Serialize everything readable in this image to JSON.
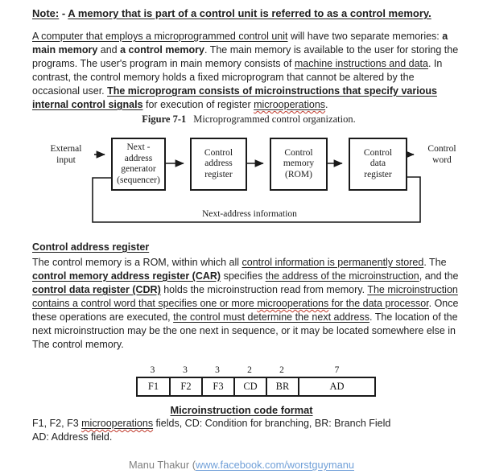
{
  "colors": {
    "text": "#1f1f1f",
    "author_gray": "#7f7f7f",
    "link_blue": "#6f9fd8",
    "squiggle_red": "#c0392b",
    "diagram_ink": "#1a1a1a"
  },
  "note": {
    "segments": [
      {
        "t": "Note:",
        "b": true,
        "u": true
      },
      {
        "t": " - ",
        "b": true
      },
      {
        "t": "A memory that is part of a control unit is referred to as a control memory.",
        "b": true,
        "u": true
      }
    ]
  },
  "intro": {
    "segments": [
      {
        "t": "A computer that employs a microprogrammed control unit",
        "u": true
      },
      {
        "t": " will have two separate memories: "
      },
      {
        "t": "a main memory",
        "b": true
      },
      {
        "t": " and "
      },
      {
        "t": "a control memory",
        "b": true
      },
      {
        "t": ". The main memory is available to the user for storing the programs. The user's program in main memory consists of "
      },
      {
        "t": "machine instructions and data",
        "u": true
      },
      {
        "t": ". In contrast, the control memory holds a fixed microprogram that cannot be altered by the occasional user. "
      },
      {
        "t": "The microprogram consists of microinstructions that specify various internal control signals",
        "b": true,
        "u": true
      },
      {
        "t": " for execution of register "
      },
      {
        "t": "microoperations",
        "u": true,
        "sq": true
      },
      {
        "t": "."
      }
    ]
  },
  "figure": {
    "caption_segments": [
      {
        "t": "Figure 7-1",
        "b": true
      },
      {
        "t": "Microprogrammed control organization."
      }
    ],
    "boxes": [
      {
        "label": "Next -\naddress\ngenerator\n(sequencer)"
      },
      {
        "label": "Control\naddress\nregister"
      },
      {
        "label": "Control\nmemory\n(ROM)"
      },
      {
        "label": "Control\ndata\nregister"
      }
    ],
    "input_label": "External\ninput",
    "output_label": "Control\nword",
    "feedback_label": "Next-address information"
  },
  "section": {
    "heading": "Control address register",
    "segments": [
      {
        "t": "The control memory is a ROM, within which all "
      },
      {
        "t": "control information is permanently stored",
        "u": true
      },
      {
        "t": ". The "
      },
      {
        "t": "control memory address register (CAR)",
        "b": true,
        "u": true
      },
      {
        "t": " specifies "
      },
      {
        "t": "the address of the microinstruction",
        "u": true
      },
      {
        "t": ", and the "
      },
      {
        "t": "control data register (CDR)",
        "b": true,
        "u": true
      },
      {
        "t": " holds the microinstruction read from memory. "
      },
      {
        "t": "The microinstruction contains a control word that specifies one or more ",
        "u": true
      },
      {
        "t": "microoperations",
        "u": true,
        "sq": true
      },
      {
        "t": " for the data processor",
        "u": true
      },
      {
        "t": ". Once these operations are executed, "
      },
      {
        "t": "the control must determine the next address",
        "u": true
      },
      {
        "t": ". The location of the next microinstruction may be the one next in sequence, or it may be located somewhere else in The control memory."
      }
    ]
  },
  "bit_table": {
    "widths": [
      "3",
      "3",
      "3",
      "2",
      "2",
      "7"
    ],
    "fields": [
      "F1",
      "F2",
      "F3",
      "CD",
      "BR",
      "AD"
    ],
    "caption": "Microinstruction code format"
  },
  "legend": {
    "segments": [
      {
        "t": "F1, F2, F3 "
      },
      {
        "t": "microoperations",
        "u": true,
        "sq": true
      },
      {
        "t": " fields, CD: Condition for branching, BR: Branch Field\nAD: Address field."
      }
    ]
  },
  "footer": {
    "author": "Manu Thakur (",
    "link": "www.facebook.com/worstguymanu"
  }
}
